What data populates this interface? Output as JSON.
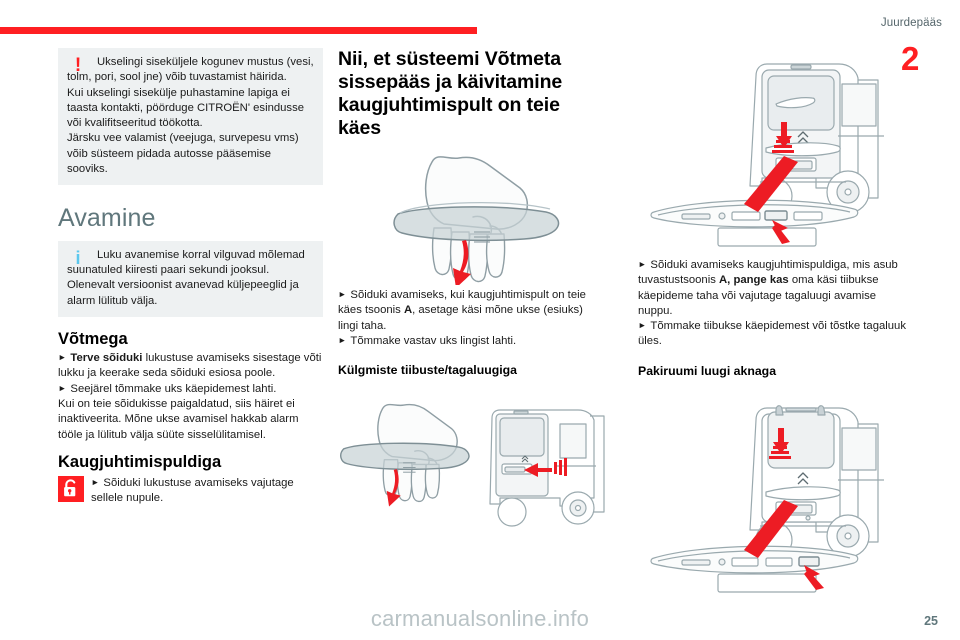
{
  "header": {
    "section_label": "Juurdepääs",
    "chapter_number": "2",
    "rule_color": "#ff1f22"
  },
  "column_left": {
    "warning_callout": {
      "icon": "warning-exclamation-icon",
      "icon_glyph": "!",
      "lines": [
        "Ukselingi siseküljele kogunev mustus (vesi, tolm, pori, sool jne) võib tuvastamist häirida.",
        "Kui ukselingi sisekülje puhastamine lapiga ei taasta kontakti, pöörduge CITROËN' esindusse või kvalifitseeritud töökotta.",
        "Järsku vee valamist (veejuga, survepesu vms) võib süsteem pidada autosse pääsemise sooviks."
      ]
    },
    "section_title": "Avamine",
    "info_callout": {
      "icon": "information-icon",
      "icon_glyph": "i",
      "lines": [
        "Luku avanemise korral vilguvad mõlemad suunatuled kiiresti paari sekundi jooksul.",
        "Olenevalt versioonist avanevad küljepeeglid ja alarm lülitub välja."
      ]
    },
    "key_heading": "Võtmega",
    "key_paragraphs": [
      "Terve sõiduki lukustuse avamiseks sisestage võti lukku ja keerake seda sõiduki esiosa poole.",
      "Seejärel tõmmake uks käepidemest lahti.",
      "Kui on teie sõidukisse paigaldatud, siis häiret ei inaktiveerita. Mõne ukse avamisel hakkab alarm tööle ja lülitub välja süüte sisselülitamisel."
    ],
    "key_bold_lead": "Terve sõiduki",
    "remote_heading": "Kaugjuhtimispuldiga",
    "remote_icon": "unlocked-padlock-icon",
    "remote_text": "Sõiduki lukustuse avamiseks vajutage sellele nupule.",
    "remote_badge_color": "#ff1f22"
  },
  "column_middle": {
    "title": "Nii, et süsteemi Võtmeta sissepääs ja käivitamine kaugjuhtimispult on teie käes",
    "figure_1": "hand-behind-door-handle-illustration",
    "paragraph_1_parts": {
      "pre": "Sõiduki avamiseks, kui kaugjuhtimispult on teie käes tsoonis ",
      "bold": "A",
      "post": ", asetage käsi mõne ukse (esiuks) lingi taha."
    },
    "paragraph_2": "Tõmmake vastav uks lingist lahti.",
    "sub_heading": "Külgmiste tiibuste/tagaluugiga",
    "figure_2": "hand-behind-handle-and-rear-swing-doors-illustration"
  },
  "column_right": {
    "figure_1": "van-rear-tailgate-and-handle-detail-illustration",
    "paragraph_1_parts": {
      "pre": "Sõiduki avamiseks kaugjuhtimispuldiga, mis asub tuvastustsoonis ",
      "bold": "A, pange kas",
      "post": " oma käsi tiibukse käepideme taha või vajutage tagaluugi avamise nuppu."
    },
    "paragraph_2": "Tõmmake tiibukse käepidemest või tõstke tagaluuk üles.",
    "sub_heading": "Pakiruumi luugi aknaga",
    "figure_2": "van-rear-window-hatch-and-handle-detail-illustration"
  },
  "footer": {
    "watermark": "carmanualsonline.info",
    "page_number": "25"
  }
}
